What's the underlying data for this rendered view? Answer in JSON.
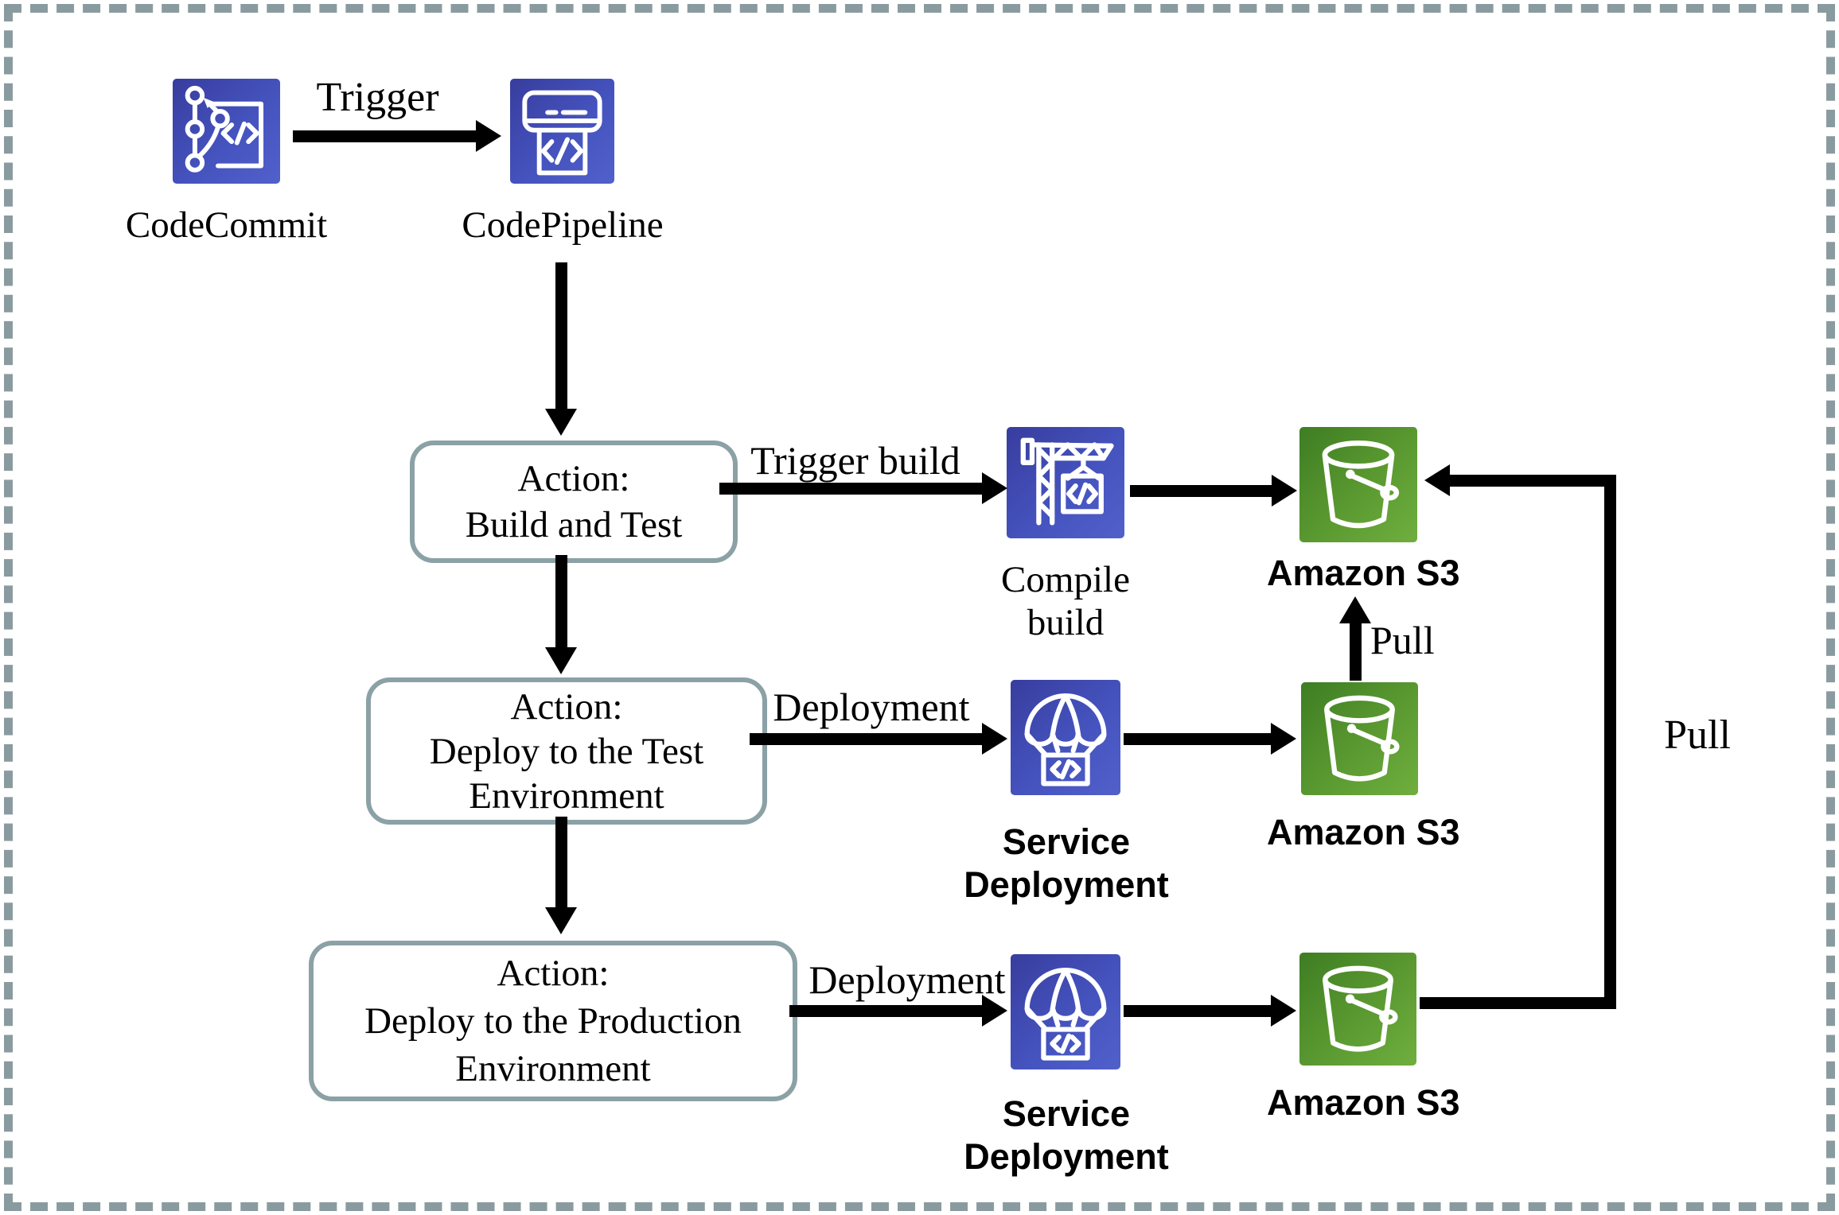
{
  "frame": {
    "border_color": "#8A9BA0",
    "background": "#FFFFFF"
  },
  "palette": {
    "aws_blue_dark": "#383D9E",
    "aws_blue_light": "#5160CA",
    "aws_green_dark": "#3E7D22",
    "aws_green_light": "#6FAE3E",
    "arrow_color": "#000000",
    "action_box_border": "#8BA1A6"
  },
  "nodes": {
    "codecommit": {
      "label": "CodeCommit"
    },
    "codepipeline": {
      "label": "CodePipeline"
    },
    "compile": {
      "label_line1": "Compile",
      "label_line2": "build"
    },
    "s3_top": {
      "label": "Amazon S3"
    },
    "service_test": {
      "label_line1": "Service",
      "label_line2": "Deployment"
    },
    "s3_test": {
      "label": "Amazon S3"
    },
    "service_prod": {
      "label_line1": "Service",
      "label_line2": "Deployment"
    },
    "s3_prod": {
      "label": "Amazon S3"
    }
  },
  "action_boxes": {
    "build": {
      "line1": "Action:",
      "line2": "Build and Test"
    },
    "deploy_test": {
      "line1": "Action:",
      "line2": "Deploy to the Test",
      "line3": "Environment"
    },
    "deploy_prod": {
      "line1": "Action:",
      "line2": "Deploy to the Production",
      "line3": "Environment"
    }
  },
  "edge_labels": {
    "trigger": "Trigger",
    "trigger_build": "Trigger build",
    "deployment_test": "Deployment",
    "deployment_prod": "Deployment",
    "pull_mid": "Pull",
    "pull_right": "Pull"
  }
}
